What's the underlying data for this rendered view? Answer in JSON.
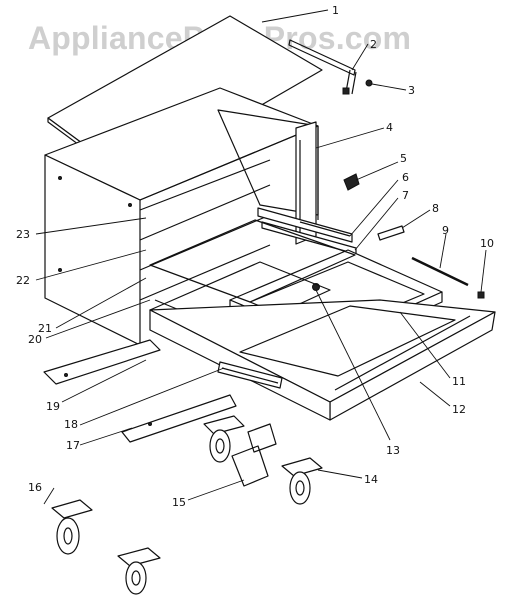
{
  "watermark": "AppliancePartsPros.com",
  "callouts": [
    {
      "id": "c1",
      "text": "1"
    },
    {
      "id": "c2",
      "text": "2"
    },
    {
      "id": "c3",
      "text": "3"
    },
    {
      "id": "c4",
      "text": "4"
    },
    {
      "id": "c5",
      "text": "5"
    },
    {
      "id": "c6",
      "text": "6"
    },
    {
      "id": "c7",
      "text": "7"
    },
    {
      "id": "c8",
      "text": "8"
    },
    {
      "id": "c9",
      "text": "9"
    },
    {
      "id": "c10",
      "text": "10"
    },
    {
      "id": "c11",
      "text": "11"
    },
    {
      "id": "c12",
      "text": "12"
    },
    {
      "id": "c13",
      "text": "13"
    },
    {
      "id": "c14",
      "text": "14"
    },
    {
      "id": "c15",
      "text": "15"
    },
    {
      "id": "c16",
      "text": "16"
    },
    {
      "id": "c17",
      "text": "17"
    },
    {
      "id": "c18",
      "text": "18"
    },
    {
      "id": "c19",
      "text": "19"
    },
    {
      "id": "c20",
      "text": "20"
    },
    {
      "id": "c21",
      "text": "21"
    },
    {
      "id": "c22",
      "text": "22"
    },
    {
      "id": "c23",
      "text": "23"
    }
  ]
}
